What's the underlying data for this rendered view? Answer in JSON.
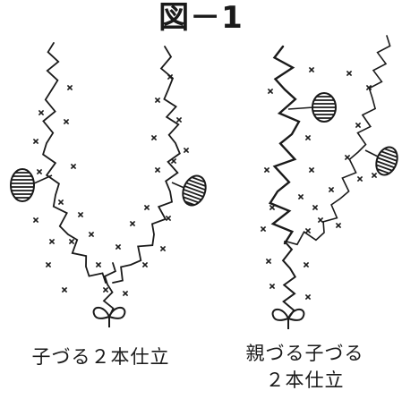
{
  "figure": {
    "title": "図－1"
  },
  "panels": [
    {
      "caption": "子づる２本仕立"
    },
    {
      "caption_line1": "親づる子づる",
      "caption_line2": "２本仕立"
    }
  ],
  "colors": {
    "ink": "#1a1a1a",
    "background": "#ffffff"
  },
  "icons": [
    "seedling-icon",
    "melon-fruit-icon",
    "leaf-node-mark-icon"
  ]
}
